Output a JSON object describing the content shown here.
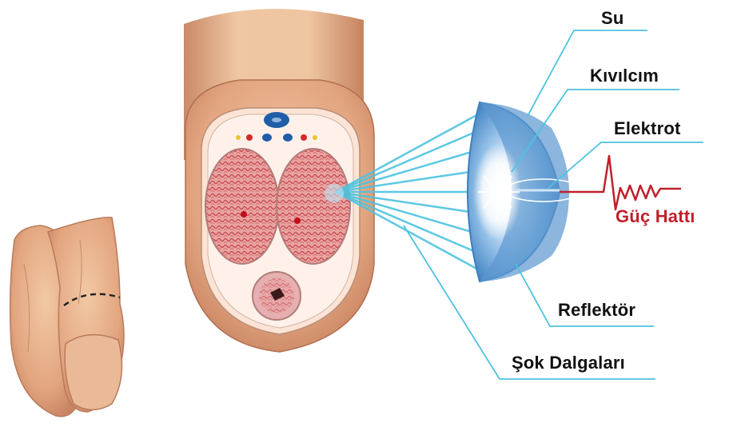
{
  "labels": {
    "water": "Su",
    "spark": "Kıvılcım",
    "electrode": "Elektrot",
    "power_line": "Güç Hattı",
    "reflector": "Reflektör",
    "shock_waves": "Şok Dalgaları"
  },
  "colors": {
    "leader_line": "#4cc3e0",
    "power_signal": "#c0202a",
    "skin": "#e8b48f",
    "tissue": "#d9646a",
    "reflector": "#7fb2dc"
  },
  "icons": {
    "side_view": "penis-side-view",
    "cross_section": "penis-cross-section",
    "applicator": "shockwave-reflector"
  }
}
